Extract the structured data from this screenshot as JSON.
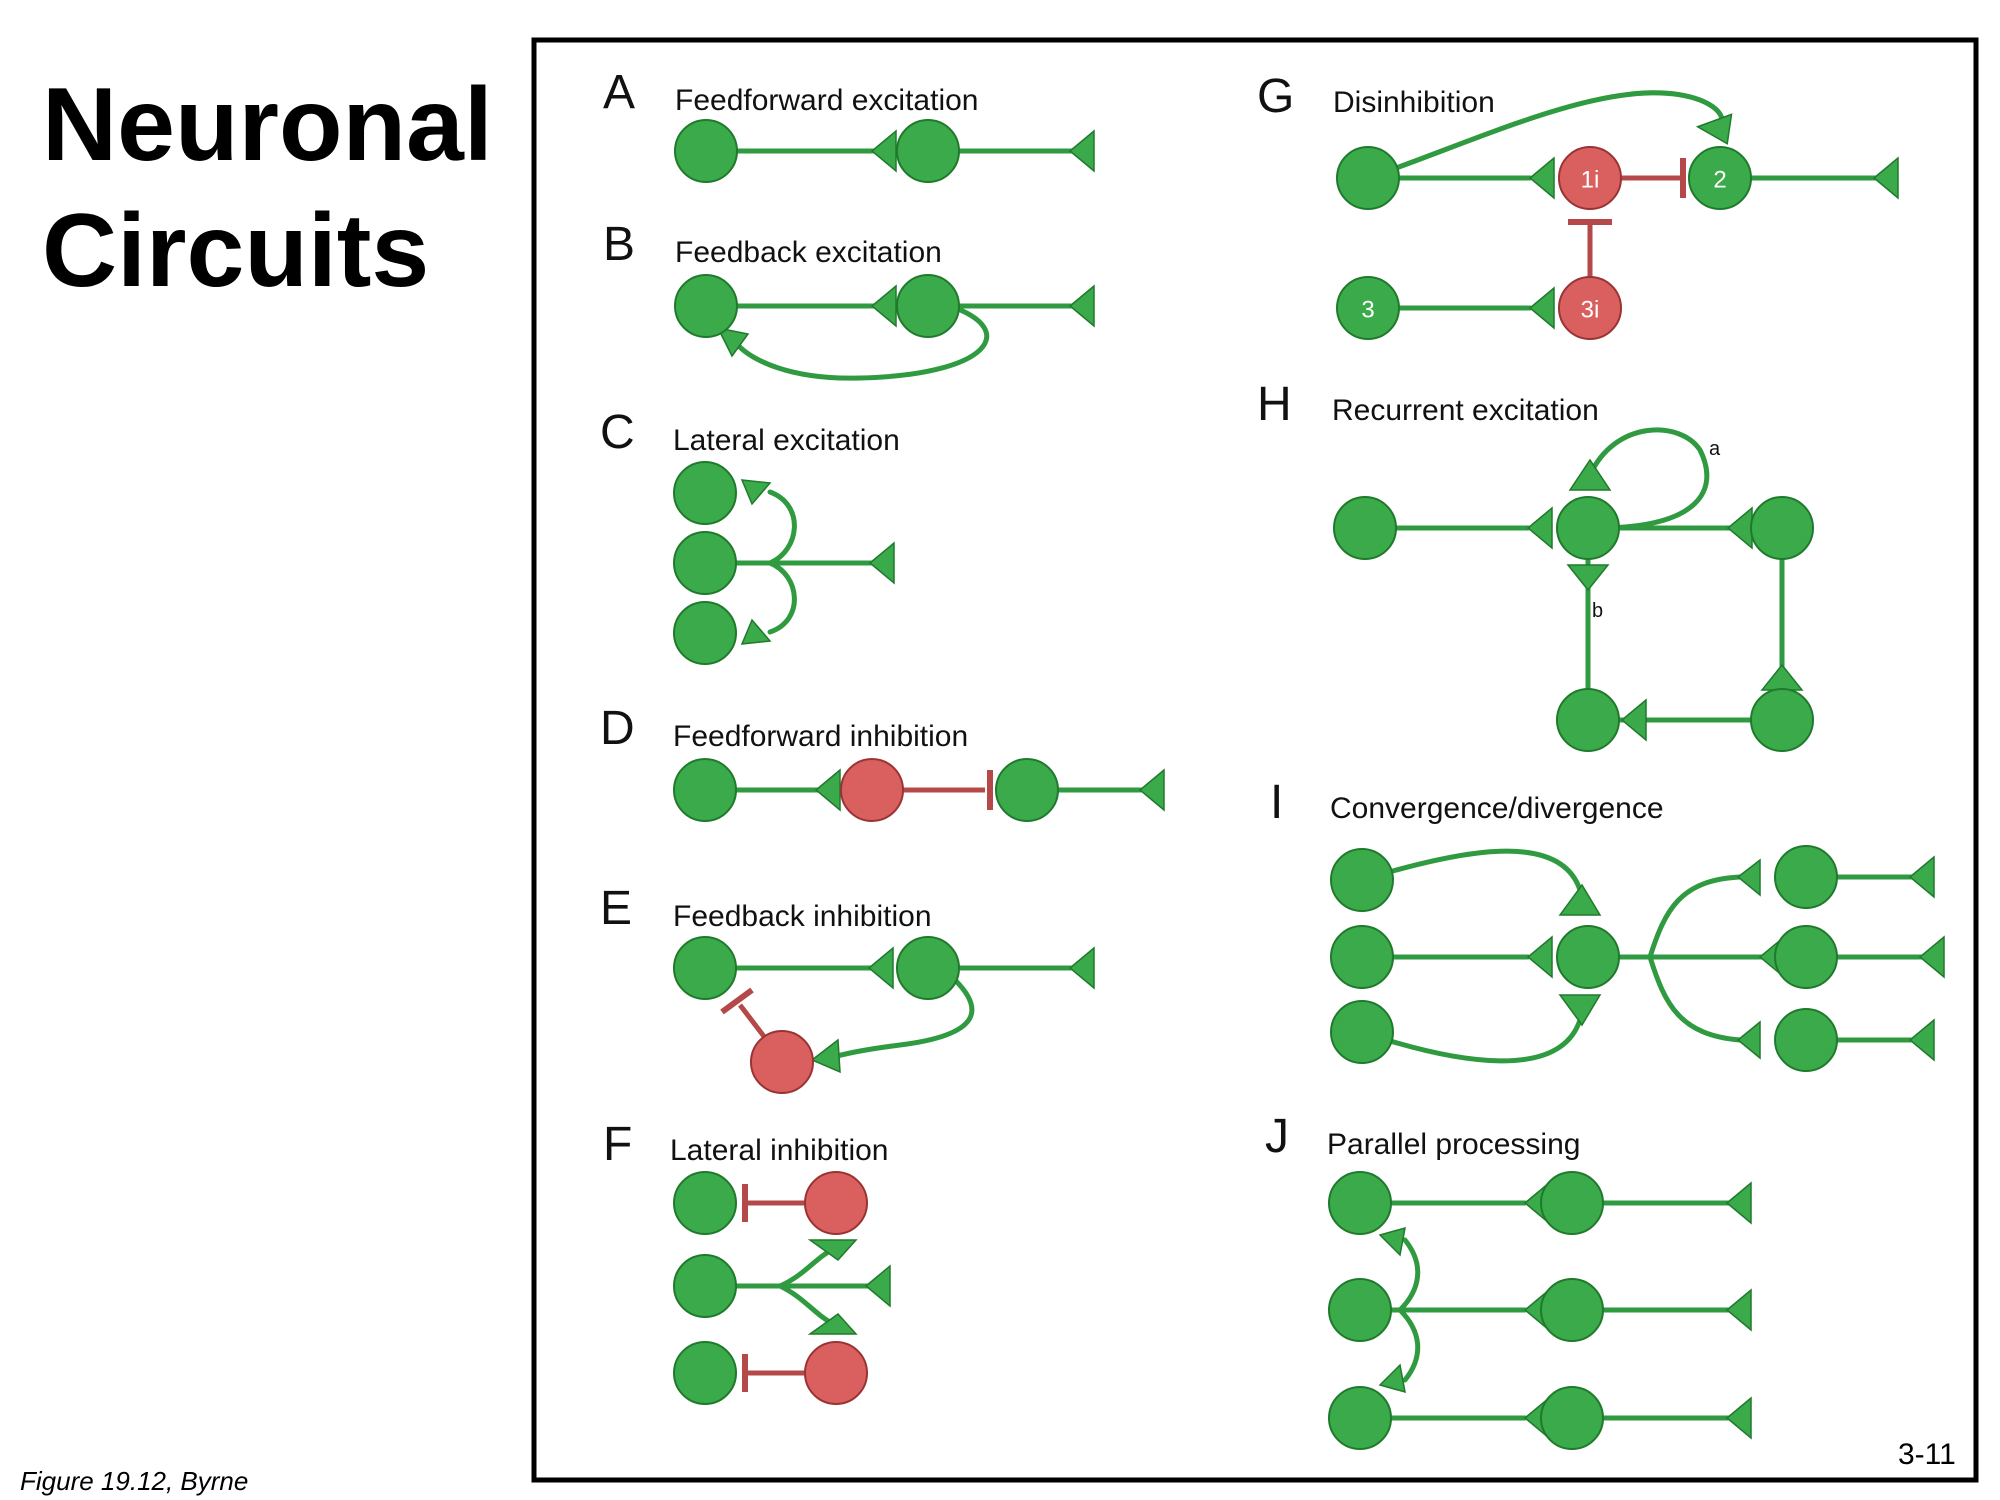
{
  "slide": {
    "title_line1": "Neuronal",
    "title_line2": "Circuits",
    "caption": "Figure 19.12, Byrne",
    "slide_number": "3-11"
  },
  "panels": {
    "A": {
      "letter": "A",
      "title": "Feedforward excitation"
    },
    "B": {
      "letter": "B",
      "title": "Feedback excitation"
    },
    "C": {
      "letter": "C",
      "title": "Lateral excitation"
    },
    "D": {
      "letter": "D",
      "title": "Feedforward inhibition"
    },
    "E": {
      "letter": "E",
      "title": "Feedback inhibition"
    },
    "F": {
      "letter": "F",
      "title": "Lateral inhibition"
    },
    "G": {
      "letter": "G",
      "title": "Disinhibition",
      "neuron_labels": [
        "1i",
        "2",
        "3",
        "3i"
      ]
    },
    "H": {
      "letter": "H",
      "title": "Recurrent excitation",
      "path_labels": [
        "a",
        "b"
      ]
    },
    "I": {
      "letter": "I",
      "title": "Convergence/divergence"
    },
    "J": {
      "letter": "J",
      "title": "Parallel processing"
    }
  },
  "colors": {
    "excitatory": "#3aaa4a",
    "excitatory_stroke": "#1f7a2c",
    "inhibitory": "#d9605f",
    "inhibitory_stroke": "#9a3434",
    "frame": "#000000"
  }
}
